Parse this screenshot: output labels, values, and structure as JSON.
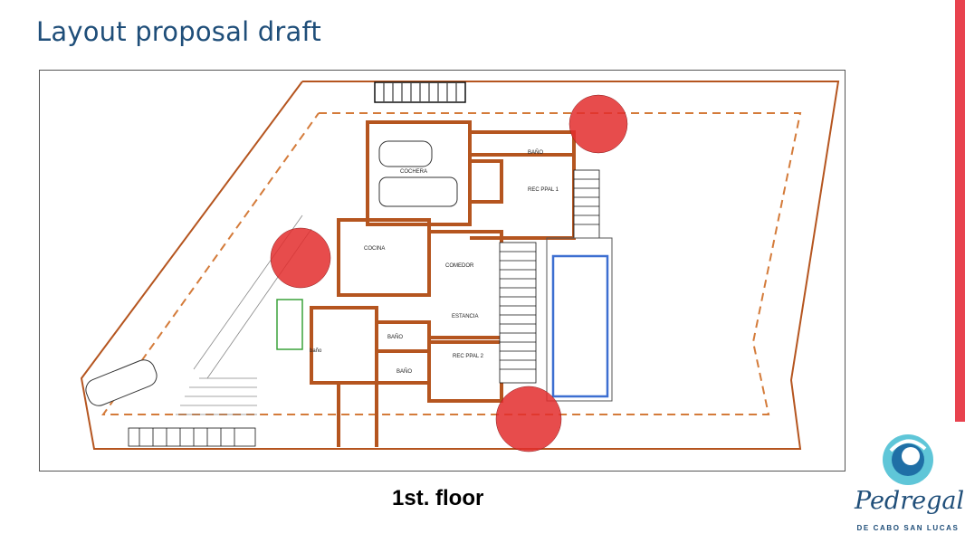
{
  "slide": {
    "title": "Layout proposal draft",
    "caption": "1st. floor",
    "accent_color": "#e8424e"
  },
  "plan": {
    "rooms": {
      "bano_top": "BAÑO",
      "cochera": "COCHERA",
      "rec_ppal_1": "REC PPAL 1",
      "cocina": "COCINA",
      "comedor": "COMEDOR",
      "estancia": "ESTANCIA",
      "bano_mid": "BAÑO",
      "bano_low": "BAÑO",
      "bano_small": "baño",
      "rec_ppal_2": "REC PPAL 2"
    },
    "colors": {
      "wall": "#b5551f",
      "property_line": "#b5551f",
      "tree": "#e32d2d",
      "pool": "#3d6fd1"
    }
  },
  "logo": {
    "name": "Pedregal",
    "subtitle": "DE CABO SAN LUCAS",
    "icon": "swirl-icon"
  }
}
